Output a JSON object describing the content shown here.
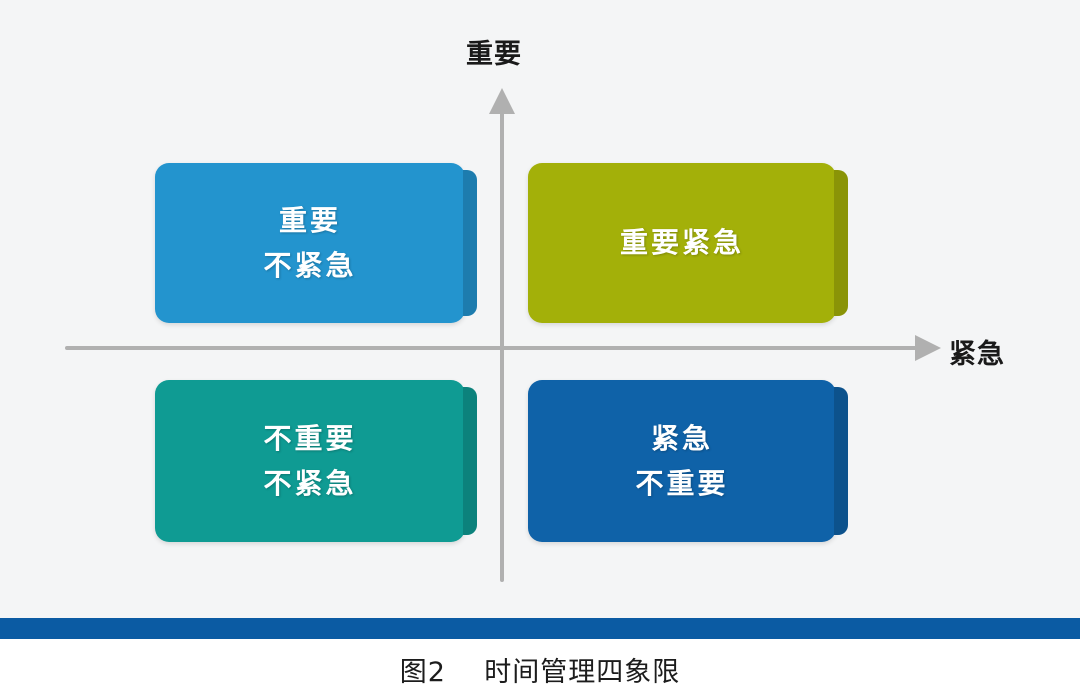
{
  "figure": {
    "background_color": "#f4f5f6",
    "caption": "图2    时间管理四象限",
    "caption_number": "图2",
    "caption_title": "时间管理四象限",
    "bottom_bar_color": "#0b5ba3"
  },
  "axes": {
    "vertical": {
      "label": "重要",
      "direction": "up",
      "arrow_icon": "arrow-up-icon",
      "color": "#b0b0b0"
    },
    "horizontal": {
      "label": "紧急",
      "direction": "right",
      "arrow_icon": "arrow-right-icon",
      "color": "#b0b0b0"
    }
  },
  "chart_data": {
    "type": "table",
    "title": "时间管理四象限",
    "xlabel": "紧急",
    "ylabel": "重要",
    "quadrants": [
      {
        "id": "important-not-urgent",
        "position": "top-left",
        "lines": [
          "重要",
          "不紧急"
        ],
        "color": "#2394ce",
        "shade_color": "#1d7cae",
        "text_color": "#ffffff"
      },
      {
        "id": "important-urgent",
        "position": "top-right",
        "lines": [
          "重要紧急"
        ],
        "color": "#a3b009",
        "shade_color": "#8a9407",
        "text_color": "#ffffff"
      },
      {
        "id": "not-important-not-urgent",
        "position": "bottom-left",
        "lines": [
          "不重要",
          "不紧急"
        ],
        "color": "#0f9b93",
        "shade_color": "#0c827c",
        "text_color": "#ffffff"
      },
      {
        "id": "urgent-not-important",
        "position": "bottom-right",
        "lines": [
          "紧急",
          "不重要"
        ],
        "color": "#0f62a8",
        "shade_color": "#0c528c",
        "text_color": "#ffffff"
      }
    ]
  },
  "quadrant_labels": {
    "top_left_line1": "重要",
    "top_left_line2": "不紧急",
    "top_right_line1": "重要紧急",
    "bottom_left_line1": "不重要",
    "bottom_left_line2": "不紧急",
    "bottom_right_line1": "紧急",
    "bottom_right_line2": "不重要"
  }
}
